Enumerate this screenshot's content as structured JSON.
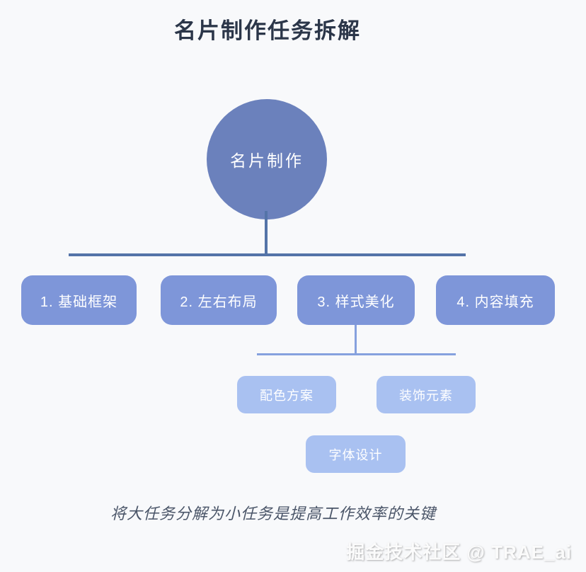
{
  "page": {
    "title": "名片制作任务拆解",
    "caption": "将大任务分解为小任务是提高工作效率的关键",
    "watermark": "掘金技术社区 @ TRAE_ai"
  },
  "diagram": {
    "root": {
      "label": "名片制作"
    },
    "level1": [
      {
        "label": "1. 基础框架"
      },
      {
        "label": "2. 左右布局"
      },
      {
        "label": "3. 样式美化"
      },
      {
        "label": "4. 内容填充"
      }
    ],
    "level2": [
      {
        "label": "配色方案"
      },
      {
        "label": "装饰元素"
      },
      {
        "label": "字体设计"
      }
    ]
  },
  "colors": {
    "background": "#f8f9fb",
    "root_circle": "#6b81bc",
    "level1_box": "#7e96d9",
    "level2_box": "#a9c1f1",
    "connector_dark": "#5474a8",
    "connector_light": "#86a1de",
    "title_text": "#2b3649",
    "caption_text": "#4a5568",
    "node_text": "#ffffff"
  }
}
